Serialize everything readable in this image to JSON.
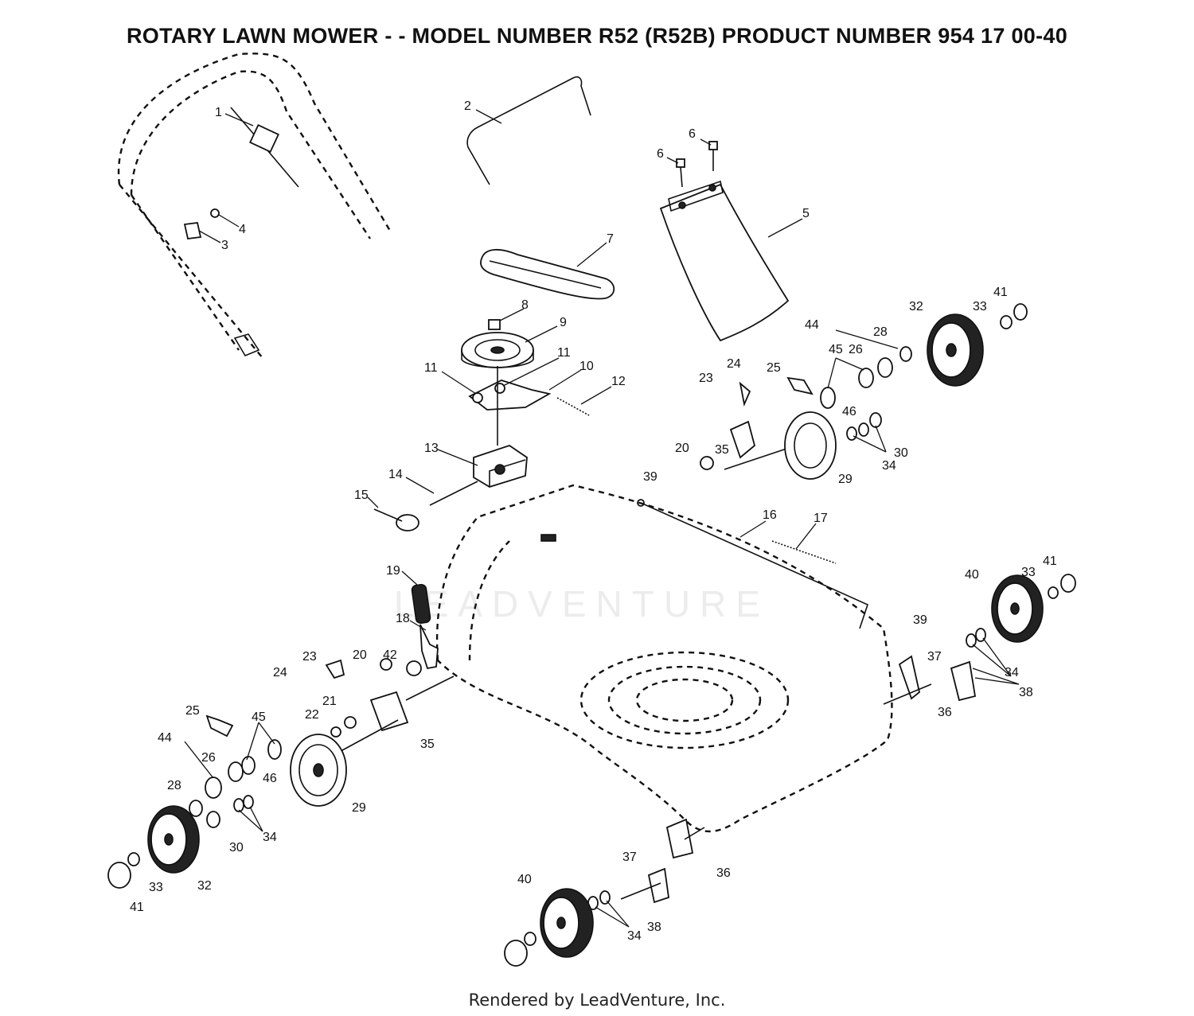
{
  "title": "ROTARY LAWN MOWER - - MODEL NUMBER R52 (R52B) PRODUCT NUMBER 954 17 00-40",
  "watermark": "LEADVENTURE",
  "footer": "Rendered by LeadVenture, Inc.",
  "callouts": [
    "1",
    "2",
    "3",
    "4",
    "5",
    "6",
    "6",
    "7",
    "8",
    "9",
    "10",
    "11",
    "11",
    "12",
    "13",
    "14",
    "15",
    "16",
    "17",
    "18",
    "19",
    "20",
    "20",
    "21",
    "22",
    "23",
    "23",
    "24",
    "24",
    "25",
    "25",
    "26",
    "26",
    "28",
    "28",
    "29",
    "29",
    "30",
    "30",
    "32",
    "32",
    "33",
    "33",
    "33",
    "34",
    "34",
    "34",
    "34",
    "35",
    "35",
    "36",
    "36",
    "37",
    "37",
    "38",
    "38",
    "39",
    "39",
    "40",
    "40",
    "41",
    "41",
    "41",
    "42",
    "44",
    "44",
    "45",
    "45",
    "46",
    "46"
  ]
}
